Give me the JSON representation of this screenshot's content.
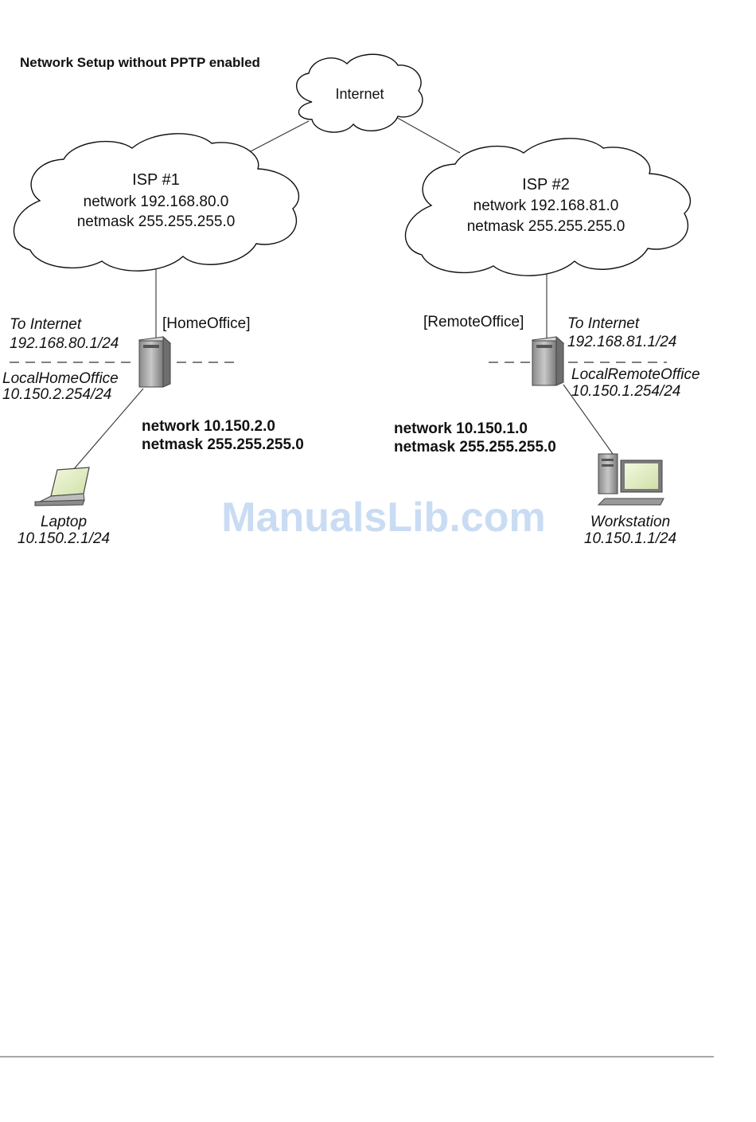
{
  "title": "Network Setup without PPTP enabled",
  "internet": {
    "label": "Internet"
  },
  "isp1": {
    "name": "ISP #1",
    "network": "network 192.168.80.0",
    "netmask": "netmask 255.255.255.0"
  },
  "isp2": {
    "name": "ISP #2",
    "network": "network 192.168.81.0",
    "netmask": "netmask 255.255.255.0"
  },
  "home_office": {
    "label": "[HomeOffice]",
    "to_internet": "To Internet",
    "external_ip": "192.168.80.1/24",
    "local_name": "LocalHomeOffice",
    "local_ip": "10.150.2.254/24",
    "lan_network": "network 10.150.2.0",
    "lan_netmask": "netmask 255.255.255.0"
  },
  "remote_office": {
    "label": "[RemoteOffice]",
    "to_internet": "To Internet",
    "external_ip": "192.168.81.1/24",
    "local_name": "LocalRemoteOffice",
    "local_ip": "10.150.1.254/24",
    "lan_network": "network 10.150.1.0",
    "lan_netmask": "netmask 255.255.255.0"
  },
  "laptop": {
    "name": "Laptop",
    "ip": "10.150.2.1/24"
  },
  "workstation": {
    "name": "Workstation",
    "ip": "10.150.1.1/24"
  },
  "watermark": "ManualsLib.com"
}
